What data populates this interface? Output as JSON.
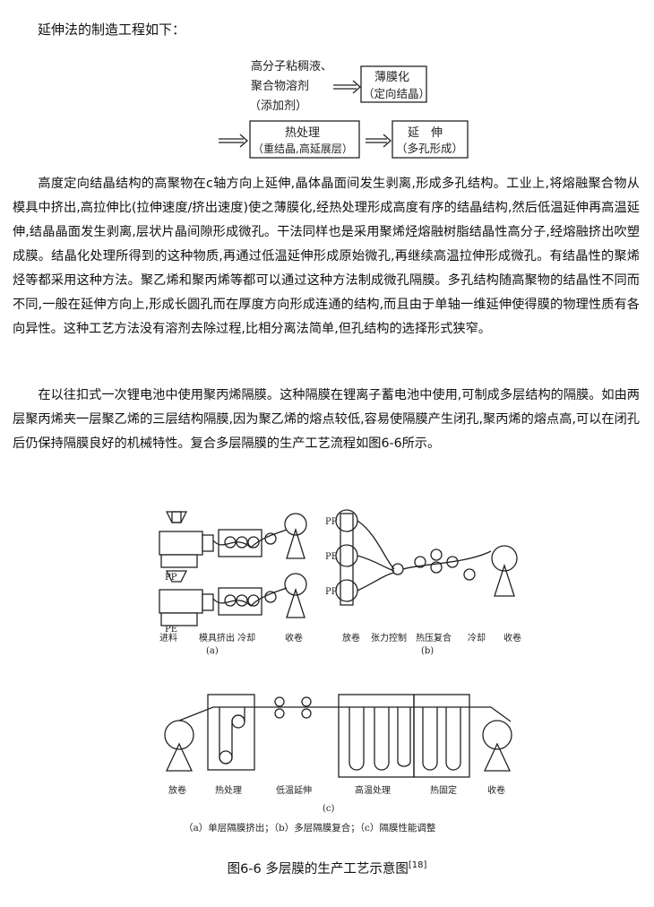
{
  "intro": "延伸法的制造工程如下：",
  "flow": {
    "input_line1": "高分子粘稠液、",
    "input_line2": "聚合物溶剂",
    "input_line3": "（添加剂）",
    "film_line1": "薄膜化",
    "film_line2": "（定向结晶）",
    "heat_line1": "热处理",
    "heat_line2": "（重结晶,高延展层）",
    "stretch_line1": "延　伸",
    "stretch_line2": "（多孔形成）"
  },
  "paragraph1": "高度定向结晶结构的高聚物在c轴方向上延伸,晶体晶面间发生剥离,形成多孔结构。工业上,将熔融聚合物从模具中挤出,高拉伸比(拉伸速度/挤出速度)使之薄膜化,经热处理形成高度有序的结晶结构,然后低温延伸再高温延伸,结晶晶面发生剥离,层状片晶间隙形成微孔。干法同样也是采用聚烯烃熔融树脂结晶性高分子,经熔融挤出吹塑成膜。结晶化处理所得到的这种物质,再通过低温延伸形成原始微孔,再继续高温拉伸形成微孔。有结晶性的聚烯烃等都采用这种方法。聚乙烯和聚丙烯等都可以通过这种方法制成微孔隔膜。多孔结构随高聚物的结晶性不同而不同,一般在延伸方向上,形成长圆孔而在厚度方向形成连通的结构,而且由于单轴一维延伸使得膜的物理性质有各向异性。这种工艺方法没有溶剂去除过程,比相分离法简单,但孔结构的选择形式狭窄。",
  "paragraph2": "在以往扣式一次锂电池中使用聚丙烯隔膜。这种隔膜在锂离子蓄电池中使用,可制成多层结构的隔膜。如由两层聚丙烯夹一层聚乙烯的三层结构隔膜,因为聚乙烯的熔点较低,容易使隔膜产生闭孔,聚丙烯的熔点高,可以在闭孔后仍保持隔膜良好的机械特性。复合多层隔膜的生产工艺流程如图6-6所示。",
  "figure": {
    "a": {
      "label_pp": "PP",
      "label_pe": "PE",
      "step_feed": "进料",
      "step_extrude_cool": "模具挤出 冷却",
      "step_wind": "收卷",
      "sub": "(a)"
    },
    "b": {
      "label_pp_top": "PP",
      "label_pe": "PE",
      "label_pp_bottom": "PP",
      "step_unwind": "放卷",
      "step_tension": "张力控制",
      "step_hot_press": "热压复合",
      "step_cool": "冷却",
      "step_wind": "收卷",
      "sub": "(b)"
    },
    "c": {
      "step_unwind": "放卷",
      "step_heat": "热处理",
      "step_low_stretch": "低温延伸",
      "step_high_treat": "高温处理",
      "step_heat_set": "热固定",
      "step_wind": "收卷",
      "sub": "(c)"
    },
    "legend": "（a）单层隔膜挤出；（b）多层隔膜复合；（c）隔膜性能调整"
  },
  "caption": {
    "text": "图6-6 多层膜的生产工艺示意图",
    "ref": "[18]"
  }
}
